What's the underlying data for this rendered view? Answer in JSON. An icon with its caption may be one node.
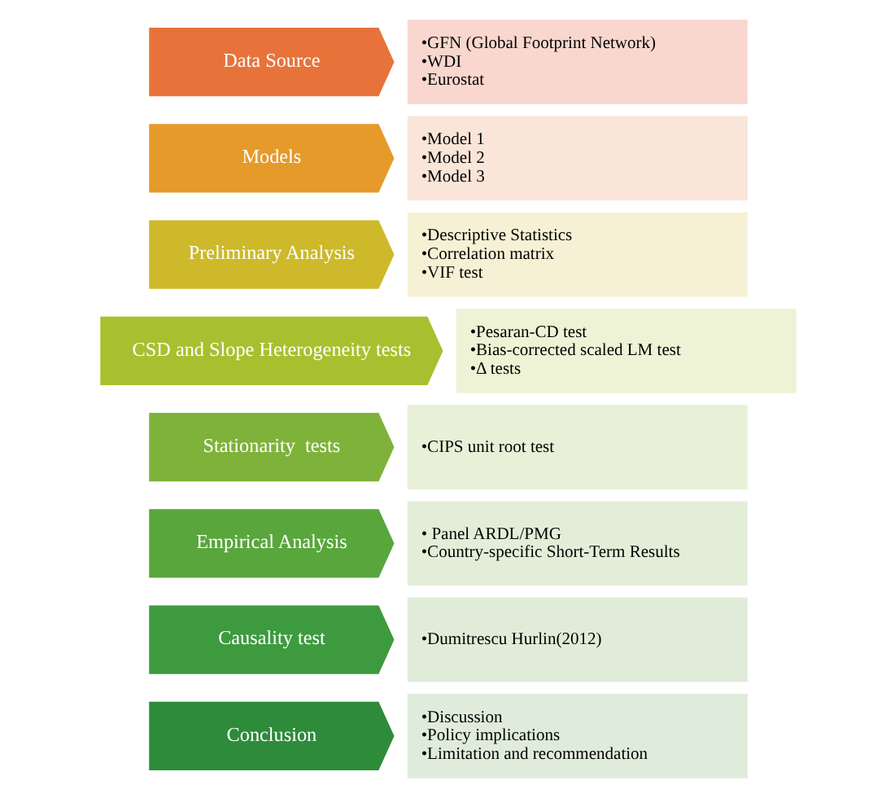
{
  "diagram": {
    "nodes": [
      {
        "text": [
          "Data Source"
        ]
      },
      {
        "text": [
          "•GFN (Global Footprint Network)",
          "•WDI",
          "•Eurostat"
        ]
      },
      {
        "text": [
          "Models"
        ]
      },
      {
        "text": [
          "•Model 1",
          "•Model 2",
          "•Model 3"
        ]
      },
      {
        "text": [
          "Preliminary Analysis"
        ]
      },
      {
        "text": [
          "•Descriptive Statistics",
          "•Correlation matrix",
          "•VIF test"
        ]
      },
      {
        "text": [
          "CSD and Slope Heterogeneity tests"
        ]
      },
      {
        "text": [
          "•Pesaran-CD test",
          "•Bias-corrected scaled LM test",
          "•Δ tests"
        ]
      },
      {
        "text": [
          "Stationarity  tests"
        ]
      },
      {
        "text": [
          "•CIPS unit root test"
        ]
      },
      {
        "text": [
          "Empirical Analysis"
        ]
      },
      {
        "text": [
          "• Panel ARDL/PMG",
          "•Country-specific Short-Term Results"
        ]
      },
      {
        "text": [
          "Causality test"
        ]
      },
      {
        "text": [
          "•Dumitrescu Hurlin(2012)"
        ]
      },
      {
        "text": [
          "Conclusion"
        ]
      },
      {
        "text": [
          "•Discussion",
          "•Policy implications",
          "•Limitation and recommendation"
        ]
      }
    ],
    "edges": []
  }
}
